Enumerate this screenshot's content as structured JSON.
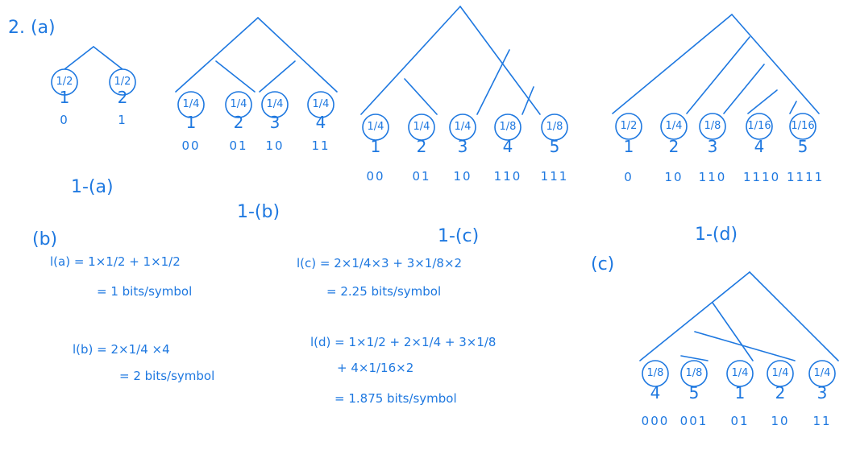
{
  "heading": "2. (a)",
  "trees": {
    "a": {
      "caption": "1-(a)",
      "leaves": [
        {
          "prob": "1/2",
          "symbol": "1",
          "code": "0"
        },
        {
          "prob": "1/2",
          "symbol": "2",
          "code": "1"
        }
      ]
    },
    "b": {
      "caption": "1-(b)",
      "leaves": [
        {
          "prob": "1/4",
          "symbol": "1",
          "code": "00"
        },
        {
          "prob": "1/4",
          "symbol": "2",
          "code": "01"
        },
        {
          "prob": "1/4",
          "symbol": "3",
          "code": "10"
        },
        {
          "prob": "1/4",
          "symbol": "4",
          "code": "11"
        }
      ]
    },
    "c": {
      "caption": "1-(c)",
      "leaves": [
        {
          "prob": "1/4",
          "symbol": "1",
          "code": "00"
        },
        {
          "prob": "1/4",
          "symbol": "2",
          "code": "01"
        },
        {
          "prob": "1/4",
          "symbol": "3",
          "code": "10"
        },
        {
          "prob": "1/8",
          "symbol": "4",
          "code": "110"
        },
        {
          "prob": "1/8",
          "symbol": "5",
          "code": "111"
        }
      ]
    },
    "d": {
      "caption": "1-(d)",
      "leaves": [
        {
          "prob": "1/2",
          "symbol": "1",
          "code": "0"
        },
        {
          "prob": "1/4",
          "symbol": "2",
          "code": "10"
        },
        {
          "prob": "1/8",
          "symbol": "3",
          "code": "110"
        },
        {
          "prob": "1/16",
          "symbol": "4",
          "code": "1110"
        },
        {
          "prob": "1/16",
          "symbol": "5",
          "code": "1111"
        }
      ]
    },
    "e": {
      "caption": "(c)",
      "leaves": [
        {
          "prob": "1/8",
          "symbol": "4",
          "code": "000"
        },
        {
          "prob": "1/8",
          "symbol": "5",
          "code": "001"
        },
        {
          "prob": "1/4",
          "symbol": "1",
          "code": "01"
        },
        {
          "prob": "1/4",
          "symbol": "2",
          "code": "10"
        },
        {
          "prob": "1/4",
          "symbol": "3",
          "code": "11"
        }
      ]
    }
  },
  "part_b": {
    "heading": "(b)",
    "la_line1": "l(a) = 1×1/2 + 1×1/2",
    "la_line2": "= 1  bits/symbol",
    "lb_line1": "l(b) = 2×1/4 ×4",
    "lb_line2": "= 2  bits/symbol",
    "lc_line1": "l(c) = 2×1/4×3 + 3×1/8×2",
    "lc_line2": "= 2.25  bits/symbol",
    "ld_line1": "l(d) = 1×1/2 + 2×1/4 + 3×1/8",
    "ld_line2": "+ 4×1/16×2",
    "ld_line3": "= 1.875  bits/symbol"
  },
  "ink_color": "#1e78e0"
}
